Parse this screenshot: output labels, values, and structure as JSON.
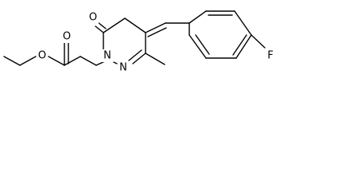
{
  "molecule": {
    "atom_labels": {
      "ester_oxygen_single": "O",
      "ester_carbonyl_oxygen": "O",
      "ring_nitrogen_1": "N",
      "ring_nitrogen_2": "N",
      "ketone_oxygen": "O",
      "fluorine": "F"
    },
    "colors": {
      "bond": "#000000",
      "label": "#000000",
      "background": "#ffffff"
    }
  }
}
